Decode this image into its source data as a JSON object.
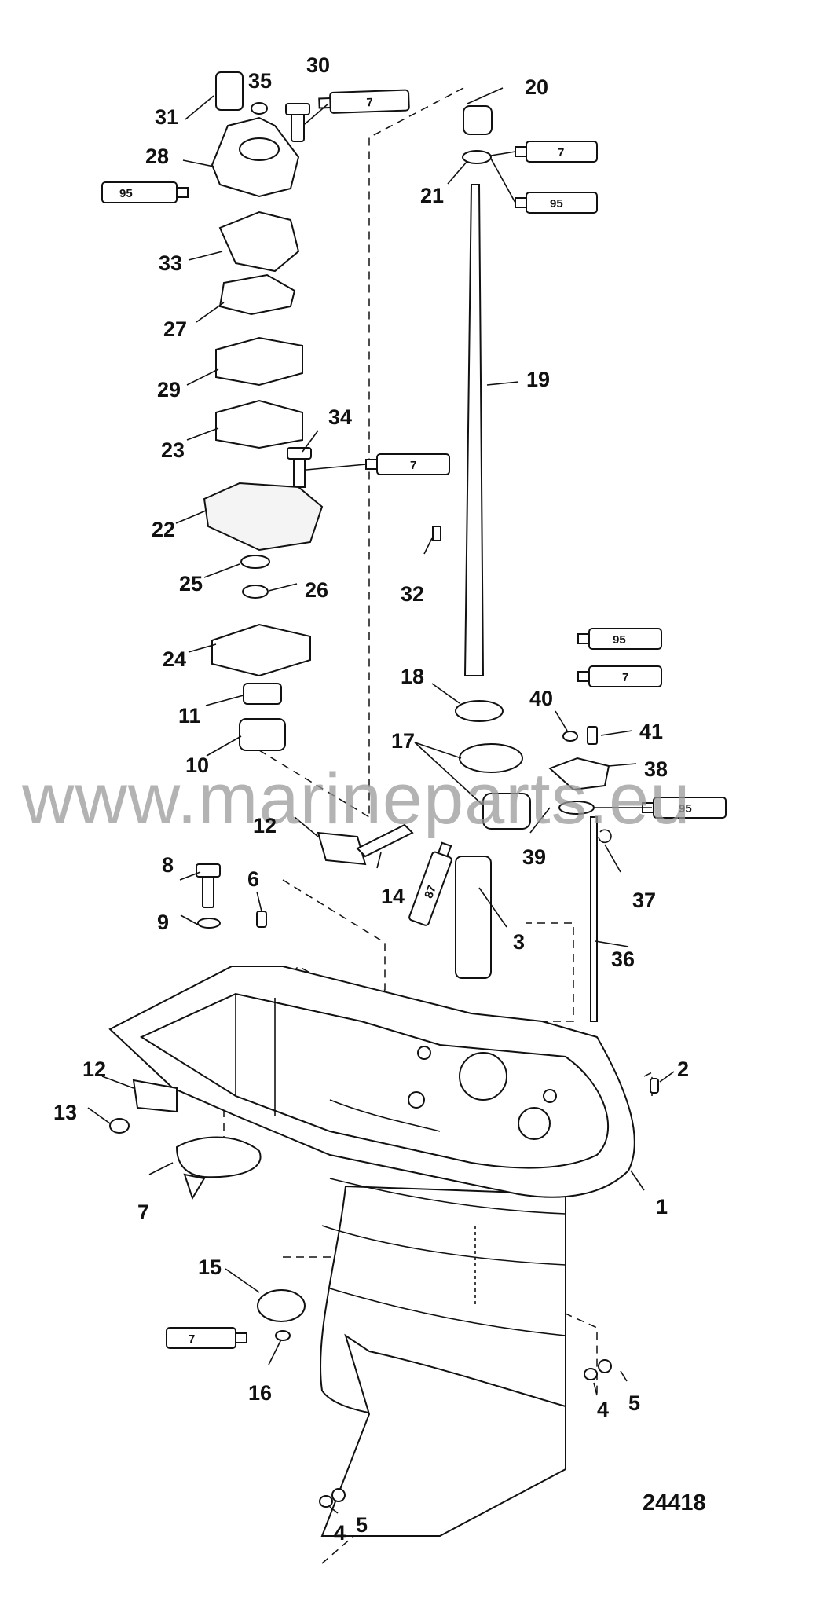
{
  "watermark": "www.marineparts.eu",
  "figure_number": "24418",
  "callouts": [
    {
      "id": "c31",
      "label": "31"
    },
    {
      "id": "c35",
      "label": "35"
    },
    {
      "id": "c30",
      "label": "30"
    },
    {
      "id": "c28",
      "label": "28"
    },
    {
      "id": "c20",
      "label": "20"
    },
    {
      "id": "c21",
      "label": "21"
    },
    {
      "id": "c33",
      "label": "33"
    },
    {
      "id": "c27",
      "label": "27"
    },
    {
      "id": "c29",
      "label": "29"
    },
    {
      "id": "c19",
      "label": "19"
    },
    {
      "id": "c34",
      "label": "34"
    },
    {
      "id": "c23",
      "label": "23"
    },
    {
      "id": "c22",
      "label": "22"
    },
    {
      "id": "c32",
      "label": "32"
    },
    {
      "id": "c25",
      "label": "25"
    },
    {
      "id": "c26",
      "label": "26"
    },
    {
      "id": "c24",
      "label": "24"
    },
    {
      "id": "c18",
      "label": "18"
    },
    {
      "id": "c40",
      "label": "40"
    },
    {
      "id": "c41",
      "label": "41"
    },
    {
      "id": "c11",
      "label": "11"
    },
    {
      "id": "c17",
      "label": "17"
    },
    {
      "id": "c38",
      "label": "38"
    },
    {
      "id": "c10",
      "label": "10"
    },
    {
      "id": "c39",
      "label": "39"
    },
    {
      "id": "c12a",
      "label": "12"
    },
    {
      "id": "c8",
      "label": "8"
    },
    {
      "id": "c6",
      "label": "6"
    },
    {
      "id": "c14",
      "label": "14"
    },
    {
      "id": "c37",
      "label": "37"
    },
    {
      "id": "c9",
      "label": "9"
    },
    {
      "id": "c3",
      "label": "3"
    },
    {
      "id": "c36",
      "label": "36"
    },
    {
      "id": "c2",
      "label": "2"
    },
    {
      "id": "c12b",
      "label": "12"
    },
    {
      "id": "c13",
      "label": "13"
    },
    {
      "id": "c1",
      "label": "1"
    },
    {
      "id": "c7",
      "label": "7"
    },
    {
      "id": "c15",
      "label": "15"
    },
    {
      "id": "c16",
      "label": "16"
    },
    {
      "id": "c4a",
      "label": "4"
    },
    {
      "id": "c5a",
      "label": "5"
    },
    {
      "id": "c4b",
      "label": "4"
    },
    {
      "id": "c5b",
      "label": "5"
    }
  ],
  "tubes": [
    {
      "id": "t1",
      "label": "7"
    },
    {
      "id": "t2",
      "label": "95"
    },
    {
      "id": "t3",
      "label": "7"
    },
    {
      "id": "t4",
      "label": "95"
    },
    {
      "id": "t5",
      "label": "7"
    },
    {
      "id": "t6",
      "label": "95"
    },
    {
      "id": "t7",
      "label": "7"
    },
    {
      "id": "t8",
      "label": "95"
    },
    {
      "id": "t9",
      "label": "87"
    },
    {
      "id": "t10",
      "label": "7"
    }
  ]
}
